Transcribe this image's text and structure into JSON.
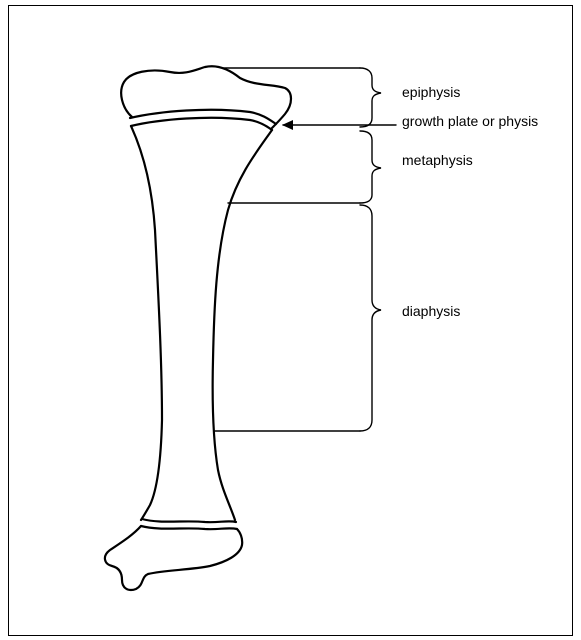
{
  "labels": {
    "epiphysis": "epiphysis",
    "growth_plate": "growth plate or physis",
    "metaphysis": "metaphysis",
    "diaphysis": "diaphysis"
  },
  "colors": {
    "line": "#000000",
    "background": "#ffffff"
  }
}
